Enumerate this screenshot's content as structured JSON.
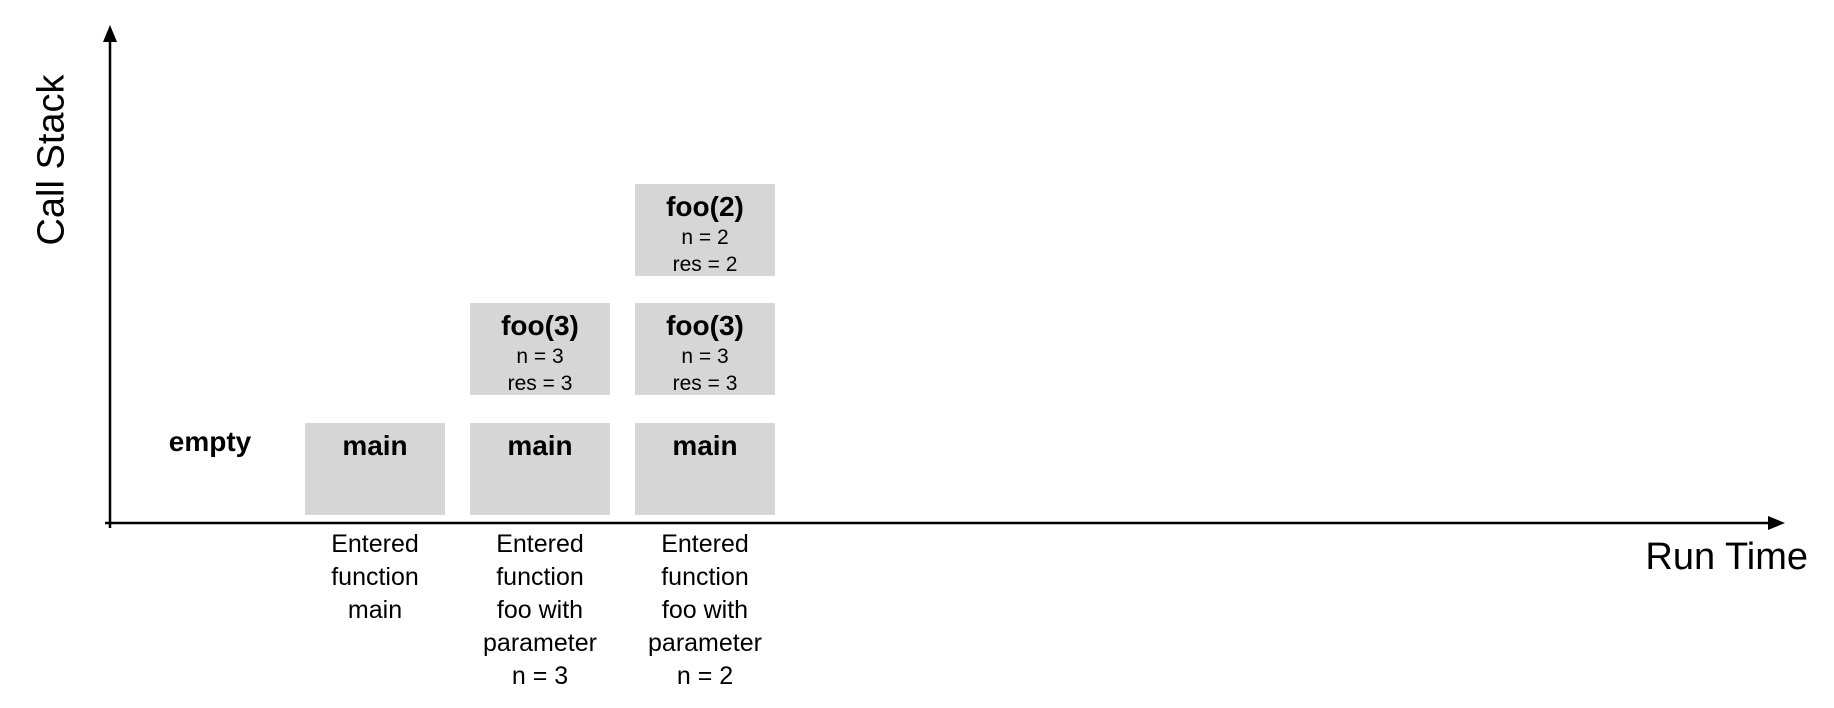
{
  "axes": {
    "y_label": "Call Stack",
    "x_label": "Run Time"
  },
  "empty_label": "empty",
  "steps": [
    {
      "frames": [
        {
          "name": "main",
          "vars": []
        }
      ],
      "caption": [
        "Entered",
        "function",
        "main"
      ]
    },
    {
      "frames": [
        {
          "name": "main",
          "vars": []
        },
        {
          "name": "foo(3)",
          "vars": [
            "n = 3",
            "res = 3"
          ]
        }
      ],
      "caption": [
        "Entered",
        "function",
        "foo with",
        "parameter",
        "n = 3"
      ]
    },
    {
      "frames": [
        {
          "name": "main",
          "vars": []
        },
        {
          "name": "foo(3)",
          "vars": [
            "n = 3",
            "res = 3"
          ]
        },
        {
          "name": "foo(2)",
          "vars": [
            "n = 2",
            "res = 2"
          ]
        }
      ],
      "caption": [
        "Entered",
        "function",
        "foo with",
        "parameter",
        "n = 2"
      ]
    }
  ],
  "colors": {
    "frame_fill": "#d6d6d6",
    "axis": "#000000"
  }
}
